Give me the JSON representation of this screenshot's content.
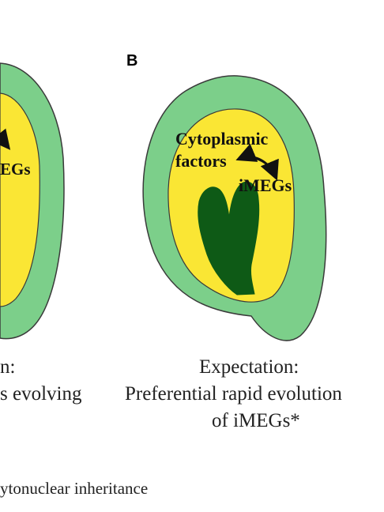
{
  "panel_b": {
    "letter": "B",
    "labels": {
      "cytoplasmic": "Cytoplasmic",
      "factors": "factors",
      "imegs": "iMEGs"
    },
    "caption": {
      "line1": "Expectation:",
      "line2": "Preferential rapid evolution",
      "line3": "of iMEGs*"
    }
  },
  "panel_a_partial": {
    "label_fragment": "EGs",
    "caption": {
      "line1": "n:",
      "line2": "s evolving"
    }
  },
  "footnote": "ytonuclear inheritance",
  "colors": {
    "seed_coat": "#7ccf8a",
    "endosperm": "#fae634",
    "embryo": "#0e5a16",
    "outline": "#3a3a3a"
  }
}
